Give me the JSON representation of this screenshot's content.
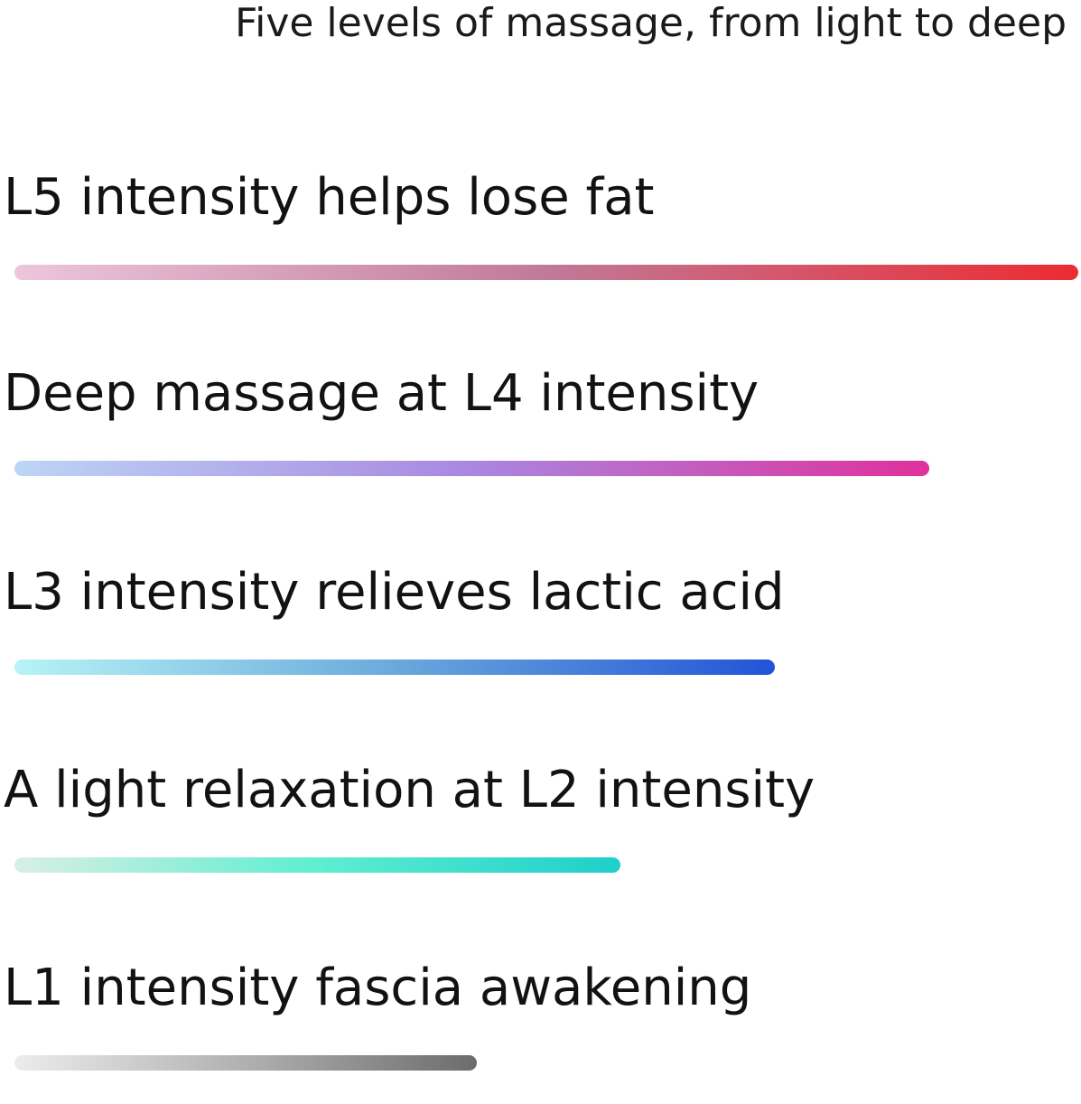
{
  "subtitle": "Five levels of massage, from light to deep",
  "levels": [
    {
      "label": "L5 intensity helps lose fat",
      "level": 5,
      "fill": 1.0,
      "colors": [
        "#ecc6dd",
        "#c07a99",
        "#ec2b32"
      ]
    },
    {
      "label": "Deep massage at L4 intensity",
      "level": 4,
      "fill": 0.86,
      "colors": [
        "#bcd5f6",
        "#a987e0",
        "#e0309b"
      ]
    },
    {
      "label": "L3 intensity relieves lactic acid",
      "level": 3,
      "fill": 0.715,
      "colors": [
        "#b6f4f6",
        "#6aa9dc",
        "#2253d8"
      ]
    },
    {
      "label": "A light relaxation at L2 intensity",
      "level": 2,
      "fill": 0.57,
      "colors": [
        "#d9efe4",
        "#5eeed0",
        "#1ecfca"
      ]
    },
    {
      "label": "L1 intensity fascia awakening",
      "level": 1,
      "fill": 0.435,
      "colors": [
        "#ececec",
        "#b0b0b0",
        "#6c6c6c"
      ]
    }
  ]
}
